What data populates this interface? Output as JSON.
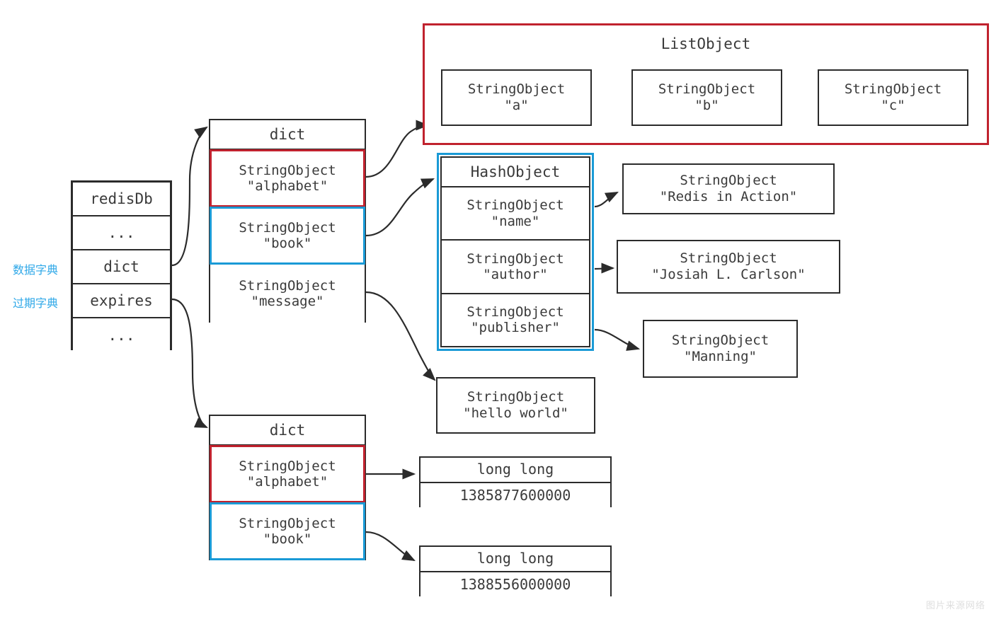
{
  "diagram": {
    "title": "Redis database keyspace and expires dictionary",
    "colors": {
      "red": "#c0222e",
      "blue": "#1a9ad6",
      "black": "#2b2b2b",
      "label_blue": "#2fa8e8"
    }
  },
  "labels": {
    "data_dict": "数据字典",
    "expires_dict": "过期字典"
  },
  "redisdb": {
    "name": "redisDb",
    "rows": [
      {
        "text": "redisDb"
      },
      {
        "text": "..."
      },
      {
        "text": "dict"
      },
      {
        "text": "expires"
      },
      {
        "text": "..."
      }
    ]
  },
  "data_dict": {
    "header": "dict",
    "entries": [
      {
        "type": "StringObject",
        "value": "\"alphabet\"",
        "border": "red"
      },
      {
        "type": "StringObject",
        "value": "\"book\"",
        "border": "blue"
      },
      {
        "type": "StringObject",
        "value": "\"message\"",
        "border": "black"
      }
    ]
  },
  "expires_dict": {
    "header": "dict",
    "entries": [
      {
        "type": "StringObject",
        "value": "\"alphabet\"",
        "border": "red"
      },
      {
        "type": "StringObject",
        "value": "\"book\"",
        "border": "blue"
      }
    ]
  },
  "list_object": {
    "title": "ListObject",
    "items": [
      {
        "type": "StringObject",
        "value": "\"a\""
      },
      {
        "type": "StringObject",
        "value": "\"b\""
      },
      {
        "type": "StringObject",
        "value": "\"c\""
      }
    ]
  },
  "hash_object": {
    "header": "HashObject",
    "fields": [
      {
        "type": "StringObject",
        "value": "\"name\""
      },
      {
        "type": "StringObject",
        "value": "\"author\""
      },
      {
        "type": "StringObject",
        "value": "\"publisher\""
      }
    ]
  },
  "hash_values": [
    {
      "type": "StringObject",
      "value": "\"Redis in Action\""
    },
    {
      "type": "StringObject",
      "value": "\"Josiah L. Carlson\""
    },
    {
      "type": "StringObject",
      "value": "\"Manning\""
    }
  ],
  "message_value": {
    "type": "StringObject",
    "value": "\"hello world\""
  },
  "expire_values": [
    {
      "type": "long long",
      "value": "1385877600000"
    },
    {
      "type": "long long",
      "value": "1388556000000"
    }
  ],
  "watermark": "图片来源网络"
}
